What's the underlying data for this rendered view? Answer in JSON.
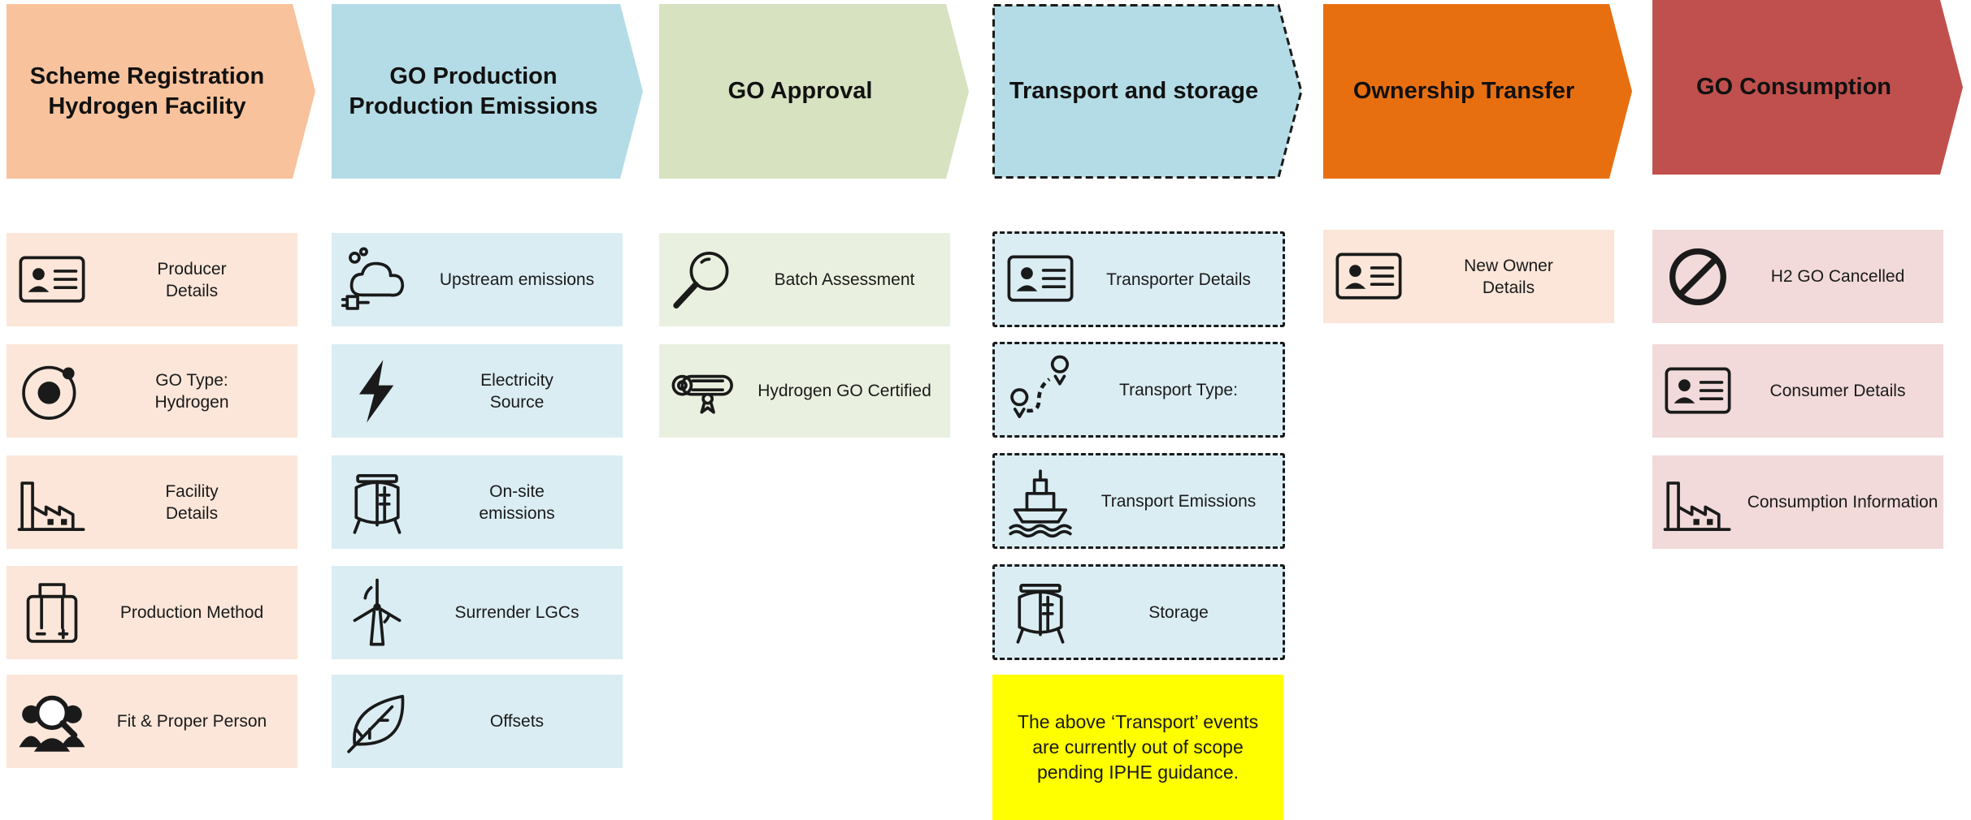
{
  "colors": {
    "peach": "#f8c29c",
    "peach_light": "#fbe6d9",
    "blue": "#b4dce6",
    "blue_light": "#daedf3",
    "green": "#d6e2c0",
    "green_light": "#eaf0df",
    "orange": "#e86f10",
    "red": "#c0504d",
    "pink_light": "#f1dad9",
    "note_yellow": "#ffff00"
  },
  "columns": [
    {
      "title": "Scheme Registration\nHydrogen Facility",
      "items": [
        {
          "label": "Producer\nDetails",
          "icon": "id-card-icon"
        },
        {
          "label": "GO Type:\nHydrogen",
          "icon": "hydrogen-atom-icon"
        },
        {
          "label": "Facility\nDetails",
          "icon": "factory-icon"
        },
        {
          "label": "Production Method",
          "icon": "electrolyser-icon"
        },
        {
          "label": "Fit & Proper Person",
          "icon": "person-search-icon"
        }
      ]
    },
    {
      "title": "GO Production\nProduction Emissions",
      "items": [
        {
          "label": "Upstream emissions",
          "icon": "emission-cloud-icon"
        },
        {
          "label": "Electricity\nSource",
          "icon": "lightning-icon"
        },
        {
          "label": "On-site\nemissions",
          "icon": "storage-tank-icon"
        },
        {
          "label": "Surrender LGCs",
          "icon": "wind-turbine-icon"
        },
        {
          "label": "Offsets",
          "icon": "leaf-icon"
        }
      ]
    },
    {
      "title": "GO Approval",
      "items": [
        {
          "label": "Batch Assessment",
          "icon": "magnifier-icon"
        },
        {
          "label": "Hydrogen GO Certified",
          "icon": "certificate-scroll-icon"
        }
      ]
    },
    {
      "title": "Transport and storage",
      "items": [
        {
          "label": "Transporter Details",
          "icon": "id-card-icon"
        },
        {
          "label": "Transport Type:",
          "icon": "route-pins-icon"
        },
        {
          "label": "Transport Emissions",
          "icon": "ship-icon"
        },
        {
          "label": "Storage",
          "icon": "storage-tank-icon"
        }
      ],
      "note": "The above ‘Transport’ events are currently out of scope pending IPHE guidance."
    },
    {
      "title": "Ownership Transfer",
      "items": [
        {
          "label": "New Owner\nDetails",
          "icon": "id-card-icon"
        }
      ]
    },
    {
      "title": "GO Consumption",
      "items": [
        {
          "label": "H2 GO Cancelled",
          "icon": "cancelled-icon"
        },
        {
          "label": "Consumer Details",
          "icon": "id-card-icon"
        },
        {
          "label": "Consumption Information",
          "icon": "factory-icon"
        }
      ]
    }
  ]
}
